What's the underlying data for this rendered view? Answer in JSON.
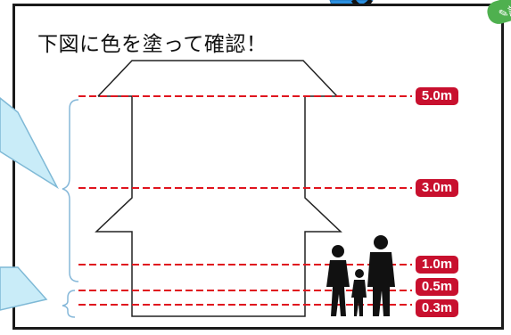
{
  "instruction": "下図に色を塗って確認！",
  "tag_label": "✎記入",
  "levels": [
    {
      "label": "5.0m"
    },
    {
      "label": "3.0m"
    },
    {
      "label": "1.0m"
    },
    {
      "label": "0.5m"
    },
    {
      "label": "0.3m"
    }
  ],
  "colors": {
    "line": "#e0141e",
    "badge": "#c8102e",
    "callout": "#c9ecf8",
    "callout_border": "#7fb9d6",
    "brace": "#86b8d9",
    "tag": "#4fb04f"
  },
  "icons": [
    "callout-bubble",
    "silhouette-family",
    "brace"
  ]
}
